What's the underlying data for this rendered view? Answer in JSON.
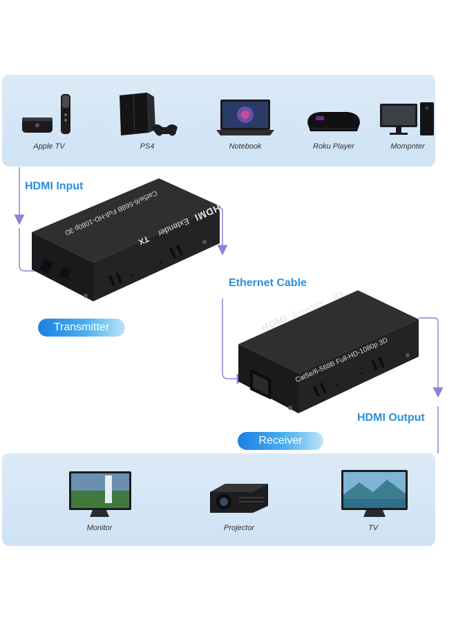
{
  "sources": [
    {
      "label": "Apple TV",
      "icon": "apple-tv-icon"
    },
    {
      "label": "PS4",
      "icon": "ps4-console-icon"
    },
    {
      "label": "Notebook",
      "icon": "notebook-laptop-icon"
    },
    {
      "label": "Roku Player",
      "icon": "roku-player-icon"
    },
    {
      "label": "Mompnter",
      "icon": "desktop-computer-icon"
    }
  ],
  "displays": [
    {
      "label": "Monitor",
      "icon": "monitor-icon"
    },
    {
      "label": "Projector",
      "icon": "projector-icon"
    },
    {
      "label": "TV",
      "icon": "tv-icon"
    }
  ],
  "flow": {
    "hdmi_input": "HDMI Input",
    "ethernet_cable": "Ethernet Cable",
    "hdmi_output": "HDMI Output"
  },
  "transmitter": {
    "badge": "Transmitter",
    "brand": "HDMI",
    "model": "Extender",
    "code": "TX",
    "spec": "Cat5e/6-568B Full-HD-1080p 3D"
  },
  "receiver": {
    "badge": "Receiver",
    "brand": "HDMI",
    "model": "Extender",
    "code": "RX",
    "spec": "Cat5e/6-568B Full-HD-1080p 3D"
  },
  "colors": {
    "panel": "#d4e6f6",
    "accent": "#2b8fdc",
    "connector": "#8a83d6",
    "device_body": "#2a2a2c"
  }
}
